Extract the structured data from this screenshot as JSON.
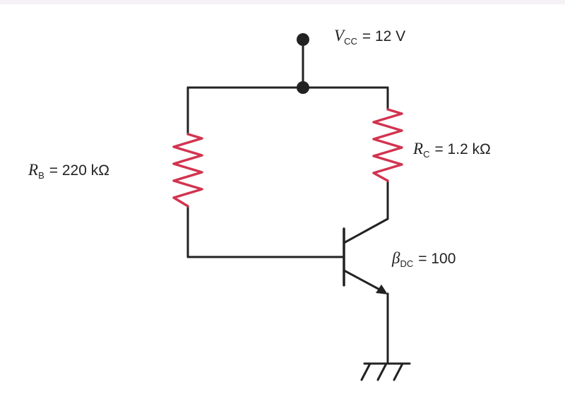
{
  "circuit": {
    "vcc": {
      "symbol": "V",
      "subscript": "CC",
      "value_text": "= 12 V"
    },
    "rb": {
      "symbol": "R",
      "subscript": "B",
      "value_text": "= 220 kΩ"
    },
    "rc": {
      "symbol": "R",
      "subscript": "C",
      "value_text": "= 1.2 kΩ"
    },
    "beta": {
      "symbol": "β",
      "subscript": "DC",
      "value_text": "= 100"
    }
  },
  "colors": {
    "wire": "#222222",
    "resistor": "#d2334f",
    "background": "#ffffff"
  }
}
